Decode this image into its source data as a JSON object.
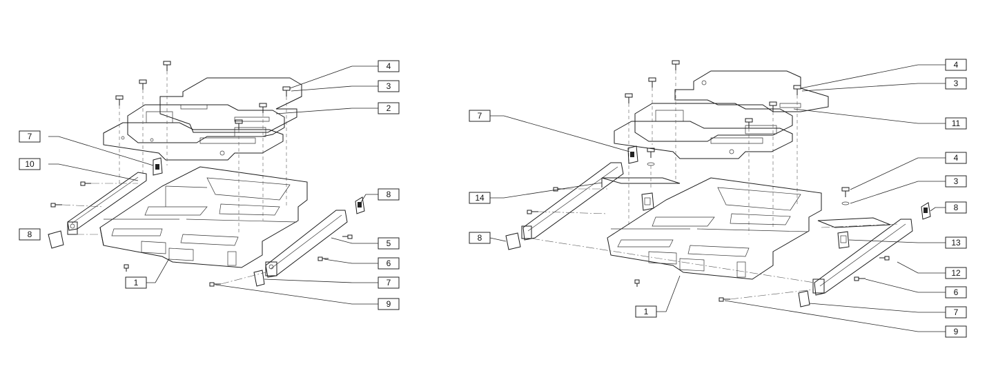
{
  "left_diagram": {
    "callouts": [
      "4",
      "3",
      "2",
      "7",
      "10",
      "8",
      "8",
      "5",
      "6",
      "7",
      "1",
      "9"
    ]
  },
  "right_diagram": {
    "callouts": [
      "4",
      "3",
      "11",
      "7",
      "14",
      "4",
      "3",
      "8",
      "8",
      "13",
      "12",
      "6",
      "1",
      "7",
      "9"
    ]
  }
}
